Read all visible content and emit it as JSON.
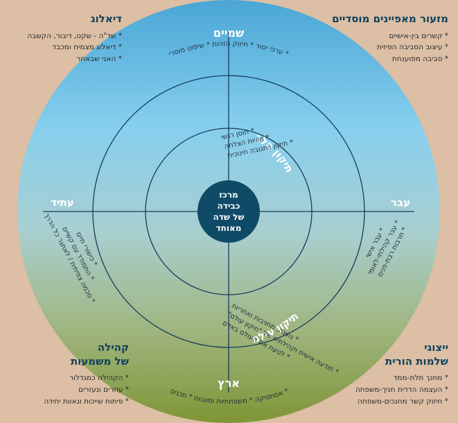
{
  "corners": {
    "top_left": {
      "title": "דיאלוג",
      "items": [
        "שד\"ה - שקט, דיבור, הקשבה",
        "דיאלוג מצמיח ומכבד",
        "האני שבאחר"
      ]
    },
    "top_right": {
      "title": "מזעור מאפיינים מוסדיים",
      "items": [
        "קשרים בין-אישיים",
        "עיצוב הסביבה הפיזית",
        "סביבה מפוענחת"
      ]
    },
    "bottom_left": {
      "title_line1": "קהילה",
      "title_line2": "של משמעות",
      "items": [
        "הקהילה כמגדלור",
        "עוזרים ונעזרים",
        "פיתוח שייכות וגאוות יחידה"
      ]
    },
    "bottom_right": {
      "title_line1": "ייצוגי",
      "title_line2": "שלמות הורית",
      "items": [
        "מחנך תלת-ממד",
        "העצמה הדדית חניך-משפחה",
        "חיזוק קשר מחנכים-משפחה"
      ]
    }
  },
  "directions": {
    "top": "שמיים",
    "bottom": "ארץ",
    "left": "עתיד",
    "right": "עבר"
  },
  "sky_text": "* ערכי יסוד * חיזוק הזהות * שיפוט מוסרי",
  "earth_text": "* אסתטיקה * משפחתיות ומוגנות * תכנים",
  "future_text": [
    "* כישורי חיים",
    "* התמודד עם קשיים",
    "* סכמה צפיתית / לאתגר כל הדרך"
  ],
  "past_text": [
    "* עבר אישי",
    "* עבר קהילתי-לאומי",
    "* תרבות רבת-פנים"
  ],
  "tikkun_halev": {
    "label": "תיקון הלב",
    "items": [
      "* חוסן רגשי",
      "* חוויות הצלחה",
      "* תיקון כתגובה חינוכית"
    ]
  },
  "tikkun_olam": {
    "label": "תיקון עולם",
    "items": [
      "* נתינה, מחויבות ואחריות",
      "* תודעה אישית וקהילתית של \"תיקון עולם\"",
      "* לטעת את העולם באדם"
    ]
  },
  "center": {
    "lines": [
      "מרכז",
      "כבידה",
      "של שדה",
      "מאוחד"
    ]
  },
  "colors": {
    "sky": "#7ccbe8",
    "earth": "#8a9a3e",
    "line": "#143b5c",
    "center": "#0f4a66",
    "background": "#dcbfa4"
  }
}
